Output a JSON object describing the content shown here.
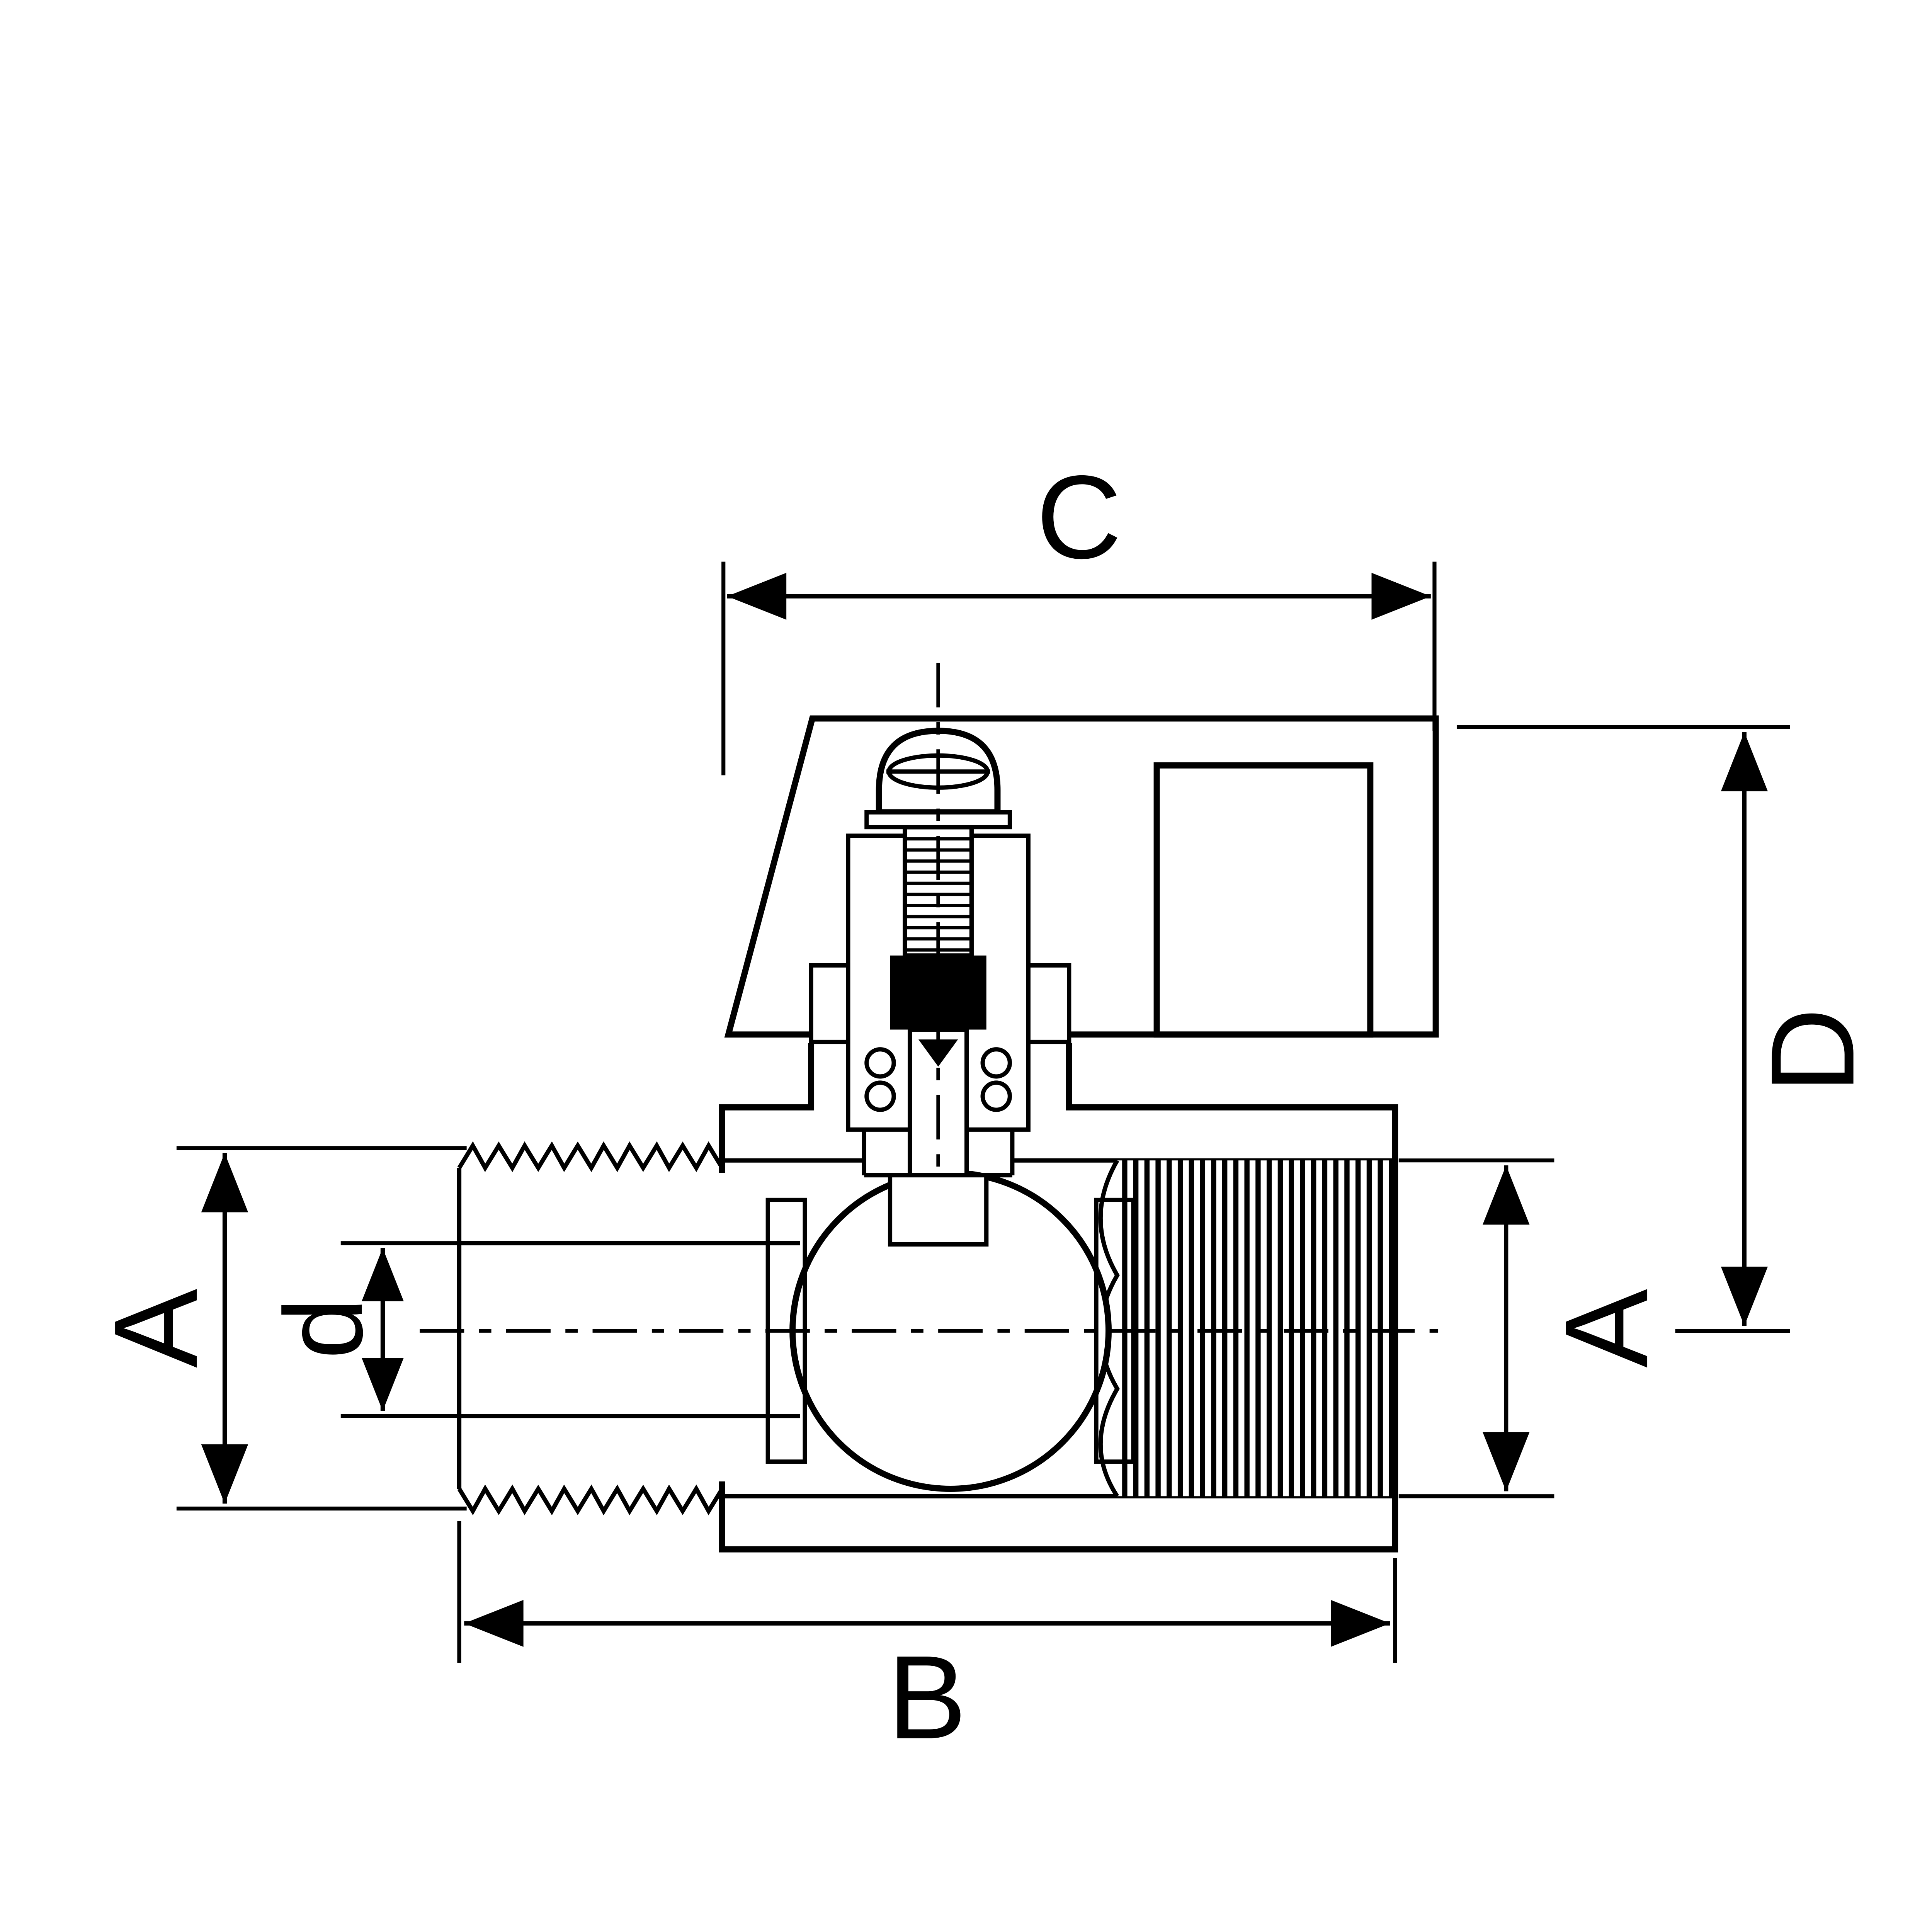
{
  "diagram": {
    "kind": "technical-drawing",
    "subject": "mini ball valve cross-section, lever handle on top, male threaded end left, female threaded end right",
    "colors": {
      "line": "#000000",
      "background": "#ffffff",
      "solid_fill": "#000000"
    },
    "labels": {
      "c": "C",
      "d_upper": "D",
      "b": "B",
      "a_left": "A",
      "a_right": "A",
      "d_lower": "d"
    }
  }
}
